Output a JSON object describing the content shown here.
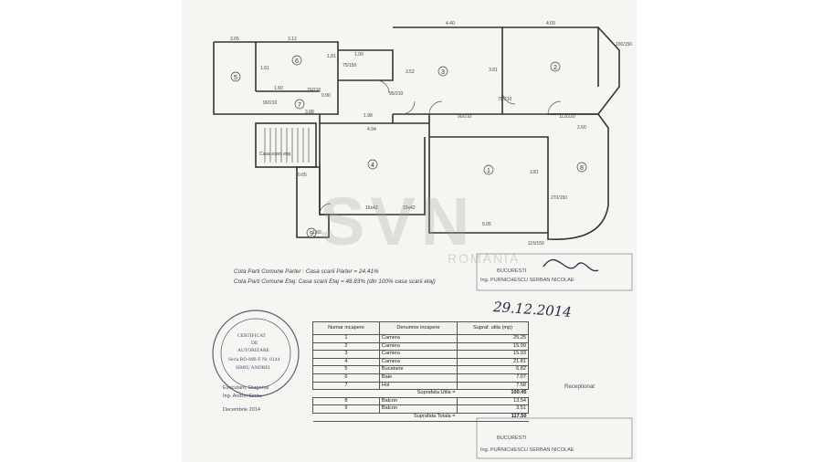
{
  "watermark": {
    "brand": "SVN",
    "sub": "ROMANIA"
  },
  "plan_labels": {
    "stair": "Casa scarii etaj",
    "rooms": [
      "1",
      "2",
      "3",
      "4",
      "5",
      "6",
      "7",
      "8",
      "9"
    ],
    "dims": [
      "3.05",
      "3.12",
      "4.40",
      "4.09",
      "3.88",
      "1.98",
      "4.94",
      "5.05",
      "2.60",
      "1.60",
      "0.65",
      "1.81",
      "0.90",
      "1.60",
      "3.52",
      "3.81",
      "90/210",
      "75/150",
      "70/210",
      "95/210",
      "90/210",
      "15x42",
      "15x42",
      "115/150",
      "270/150",
      "112/220",
      "100/150",
      "75/210",
      "1.00",
      "1.61",
      "3.81"
    ]
  },
  "cota": {
    "line1": "Cota Parti Comune Parter : Casa scarii Parter = 24.41%",
    "line2": "Cota Parti Comune Etaj: Casa scarii Etaj = 48.83% (din 100% casa scarii etaj)"
  },
  "stamp_left": {
    "l1": "CERTIFICAT",
    "l2": "DE",
    "l3": "AUTORIZARE",
    "l4": "Seria RO-MB-F Nr. 0144",
    "l5": "SIMIU ANDREI"
  },
  "executant": {
    "l1": "Executant, Diagonal",
    "l2": "Ing. Andrei Simiu",
    "l3": "Decembrie 2014"
  },
  "stamp_top": {
    "l1": "BUCURESTI",
    "l2": "Ing. PURNICHESCU SERBAN NICOLAE"
  },
  "signature_date": "29.12.2014",
  "receptionat": "Receptionat",
  "stamp_bottom": {
    "l1": "BUCURESTI",
    "l2": "Ing. PURNICHESCU SERBAN NICOLAE"
  },
  "table": {
    "headers": [
      "Numar incapere",
      "Denumire incapere",
      "Supraf. utila (mp)"
    ],
    "rows": [
      [
        "1",
        "Camera",
        "25.25"
      ],
      [
        "2",
        "Camera",
        "15.99"
      ],
      [
        "3",
        "Camera",
        "15.93"
      ],
      [
        "4",
        "Camera",
        "21.81"
      ],
      [
        "5",
        "Bucatarie",
        "6.82"
      ],
      [
        "6",
        "Baie",
        "7.07"
      ],
      [
        "7",
        "Hol",
        "7.58"
      ]
    ],
    "sum_utila_label": "Suprafata Utila =",
    "sum_utila_value": "100.45",
    "balcony_rows": [
      [
        "8",
        "Balcon",
        "13.54"
      ],
      [
        "9",
        "Balcon",
        "3.51"
      ]
    ],
    "sum_total_label": "Suprafata Totala =",
    "sum_total_value": "117.50"
  }
}
